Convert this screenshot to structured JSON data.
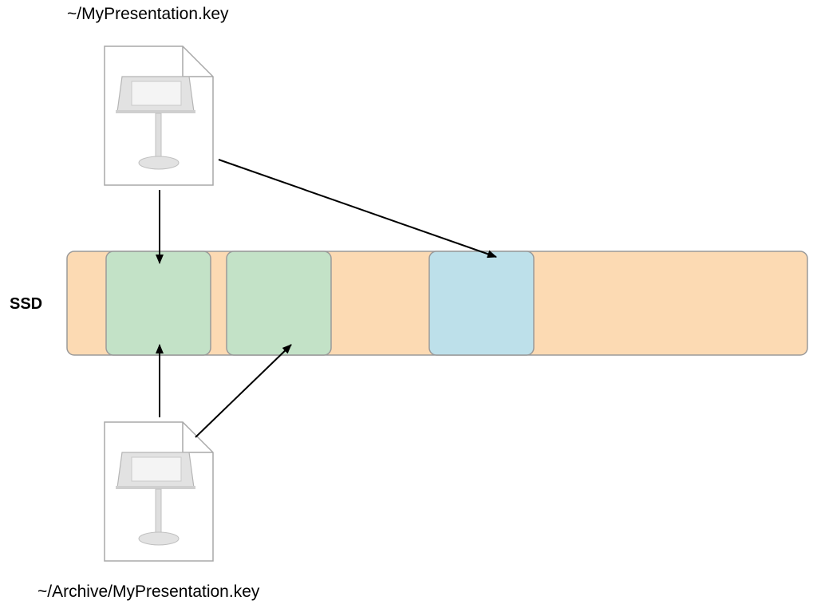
{
  "files": {
    "original": {
      "path": "~/MyPresentation.key",
      "icon": "keynote-document-icon"
    },
    "copy": {
      "path": "~/Archive/MyPresentation.key",
      "icon": "keynote-document-icon"
    }
  },
  "storage": {
    "label": "SSD",
    "blocks": [
      {
        "state": "shared",
        "color": "#c3e2c7"
      },
      {
        "state": "shared",
        "color": "#c3e2c7"
      },
      {
        "state": "modified",
        "color": "#bde0ea"
      }
    ],
    "background_color": "#fcdab3"
  }
}
